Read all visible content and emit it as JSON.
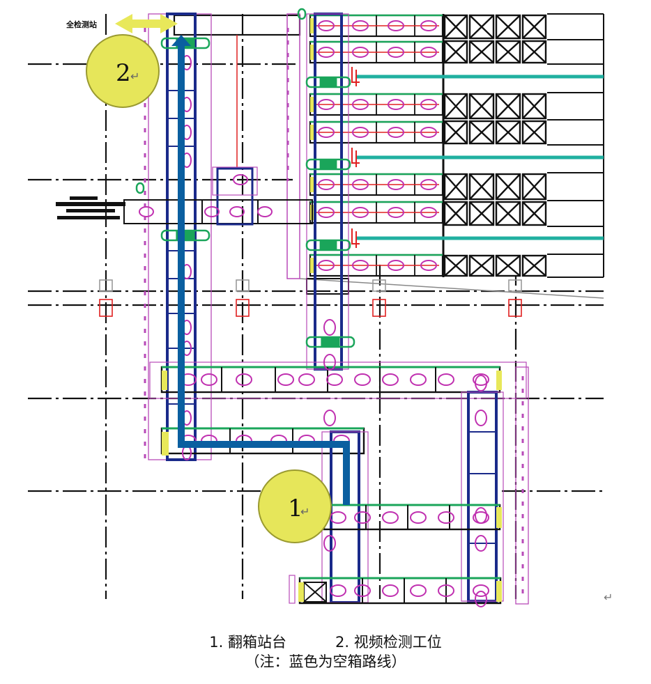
{
  "figure": {
    "label_1": "1",
    "label_2": "2",
    "return_symbol": "↵",
    "corner_text": "全检测站",
    "caption_line1_a": "1. 翻箱站台",
    "caption_line1_b": "2. 视频检测工位",
    "caption_line2": "（注：蓝色为空箱路线）"
  },
  "colors": {
    "route": "#0a5fa0",
    "conveyor_frame": "#1a2a8a",
    "magenta": "#b84ab8",
    "red": "#e02020",
    "green": "#1aa55a",
    "teal": "#20b0a0",
    "yellow": "#e8e85a",
    "grid": "#111111"
  }
}
